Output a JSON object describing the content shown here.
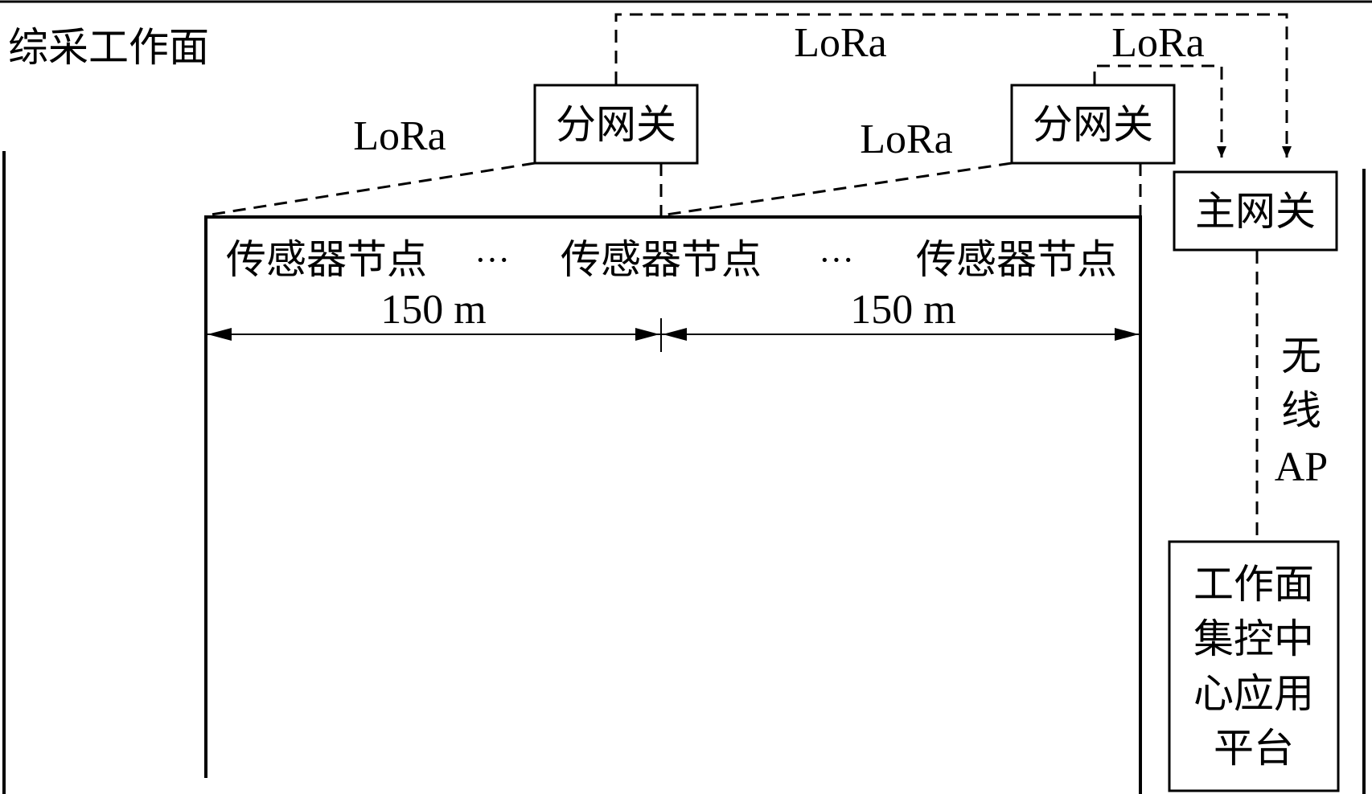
{
  "title": "综采工作面",
  "gateways": {
    "sub_1": "分网关",
    "sub_2": "分网关",
    "main": "主网关"
  },
  "links": {
    "lora_top_mid": "LoRa",
    "lora_top_right": "LoRa",
    "lora_left": "LoRa",
    "lora_mid": "LoRa"
  },
  "sensors": {
    "node_1": "传感器节点",
    "node_2": "传感器节点",
    "node_3": "传感器节点",
    "ellipsis_1": "···",
    "ellipsis_2": "···"
  },
  "distances": {
    "span_1": "150 m",
    "span_2": "150 m"
  },
  "wireless": {
    "line_1": "无",
    "line_2": "线",
    "line_3": "AP"
  },
  "platform": {
    "line_1": "工作面",
    "line_2": "集控中",
    "line_3": "心应用",
    "line_4": "平台"
  }
}
